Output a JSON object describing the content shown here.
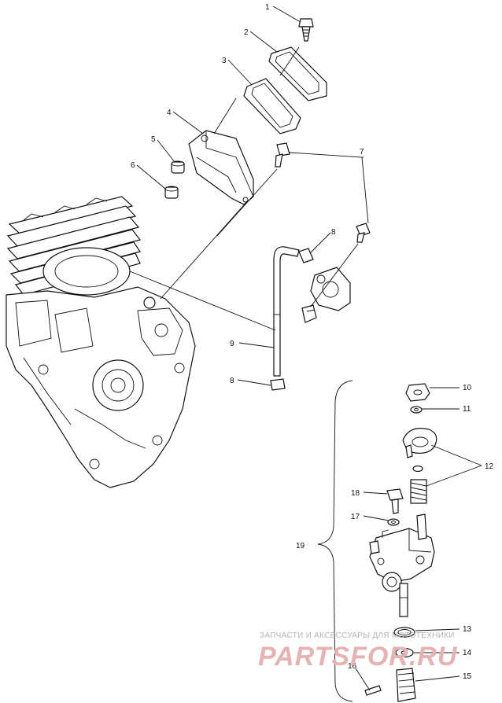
{
  "callouts": {
    "c1": "1",
    "c2": "2",
    "c3": "3",
    "c4": "4",
    "c5": "5",
    "c6": "6",
    "c7": "7",
    "c8a": "8",
    "c8b": "8",
    "c9": "9",
    "c10": "10",
    "c11": "11",
    "c12": "12",
    "c13": "13",
    "c14": "14",
    "c15": "15",
    "c16": "16",
    "c17": "17",
    "c18": "18",
    "c19": "19"
  },
  "watermark": {
    "caption": "ЗАПЧАСТИ И АКСЕССУАРЫ ДЛЯ МОТОТЕХНИКИ",
    "logo": "PARTSFOR.RU",
    "color": "#e5b3b3"
  }
}
